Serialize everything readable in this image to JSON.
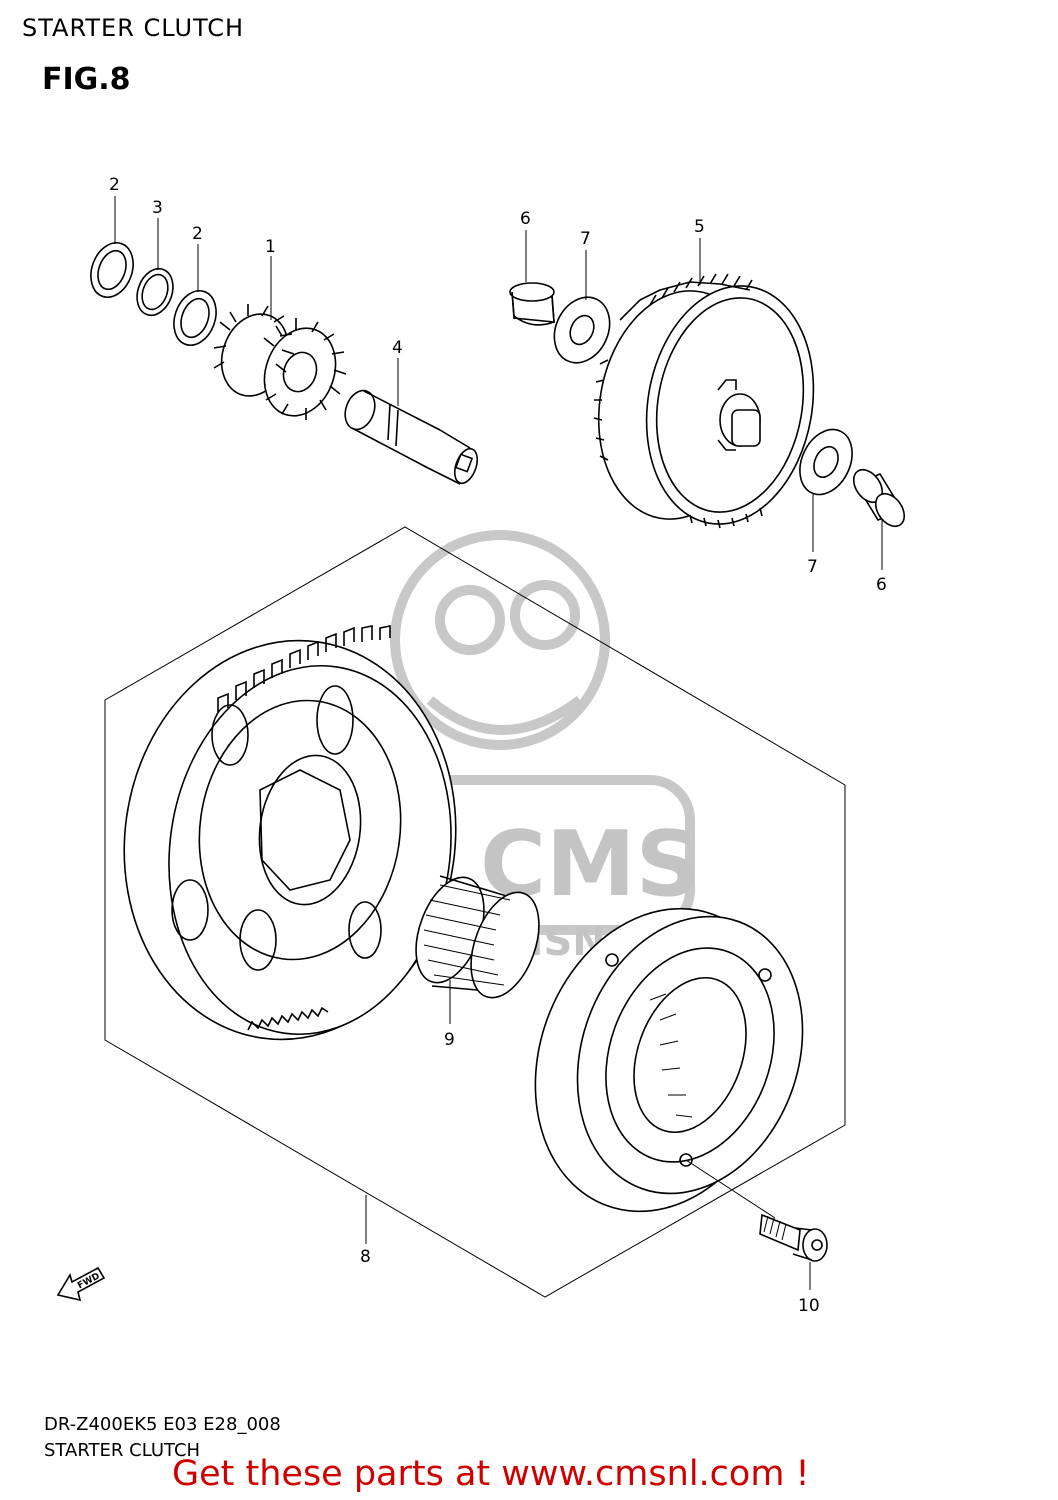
{
  "header": {
    "title": "STARTER CLUTCH",
    "fig_label": "FIG.8"
  },
  "callouts": {
    "c2a": "2",
    "c3": "3",
    "c2b": "2",
    "c1": "1",
    "c4": "4",
    "c6a": "6",
    "c7a": "7",
    "c5": "5",
    "c7b": "7",
    "c6b": "6",
    "c9": "9",
    "c8": "8",
    "c10": "10"
  },
  "fwd_label": "FWD",
  "watermark": {
    "logo_text": "CMS",
    "url_text": "WWW.CMSNL.COM"
  },
  "footer": {
    "model_code": "DR-Z400EK5 E03 E28_008",
    "section": "STARTER CLUTCH",
    "cta": "Get these parts at www.cmsnl.com !"
  },
  "colors": {
    "cta": "#d00000",
    "watermark": "#c8c8c8",
    "line": "#000000"
  }
}
